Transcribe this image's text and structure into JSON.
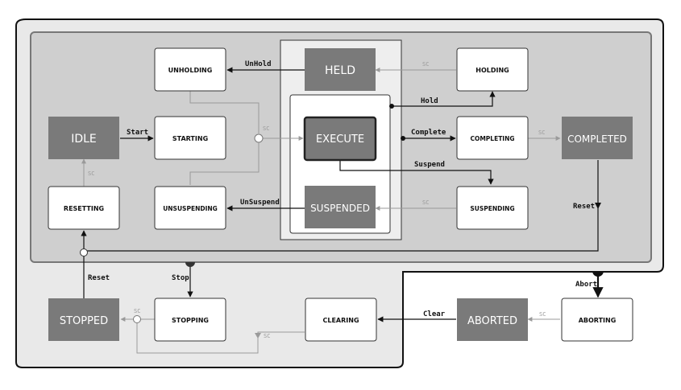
{
  "colors": {
    "outer_fill": "#e9e9e9",
    "inner_fill": "#cfcfcf",
    "wait_state": "#7a7a7a",
    "acting_state": "#ffffff",
    "line_dark": "#111111",
    "line_gray": "#9a9a9a"
  },
  "states": {
    "idle": "IDLE",
    "starting": "STARTING",
    "resetting": "RESETTING",
    "unholding": "UNHOLDING",
    "unsuspending": "UNSUSPENDING",
    "held": "HELD",
    "execute": "EXECUTE",
    "suspended": "SUSPENDED",
    "holding": "HOLDING",
    "completing": "COMPLETING",
    "completed": "COMPLETED",
    "suspending": "SUSPENDING",
    "stopped": "STOPPED",
    "stopping": "STOPPING",
    "clearing": "CLEARING",
    "aborted": "ABORTED",
    "aborting": "ABORTING"
  },
  "labels": {
    "start": "Start",
    "unhold": "UnHold",
    "unsuspend": "UnSuspend",
    "hold": "Hold",
    "complete": "Complete",
    "suspend": "Suspend",
    "reset_top": "Reset",
    "reset_bottom": "Reset",
    "stop": "Stop",
    "abort": "Abort",
    "clear": "Clear",
    "sc": "SC"
  }
}
